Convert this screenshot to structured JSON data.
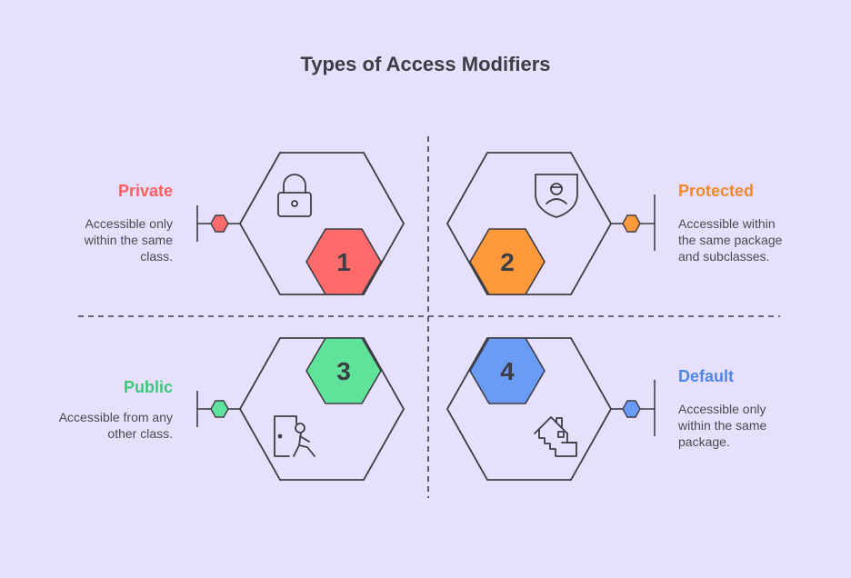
{
  "title": "Types of Access Modifiers",
  "colors": {
    "background": "#e6e0fc",
    "line": "#3d3d45",
    "private": "#ff6b6b",
    "protected": "#ff9a3c",
    "public": "#5fe39a",
    "default": "#6b9cf5"
  },
  "items": [
    {
      "number": "1",
      "label": "Private",
      "description_lines": [
        "Accessible only",
        "within the same",
        "class."
      ],
      "icon": "lock-icon"
    },
    {
      "number": "2",
      "label": "Protected",
      "description_lines": [
        "Accessible within",
        "the same package",
        "and subclasses."
      ],
      "icon": "shield-person-icon"
    },
    {
      "number": "3",
      "label": "Public",
      "description_lines": [
        "Accessible from any",
        "other class."
      ],
      "icon": "person-exit-door-icon"
    },
    {
      "number": "4",
      "label": "Default",
      "description_lines": [
        "Accessible only",
        "within the same",
        "package."
      ],
      "icon": "house-icon"
    }
  ]
}
